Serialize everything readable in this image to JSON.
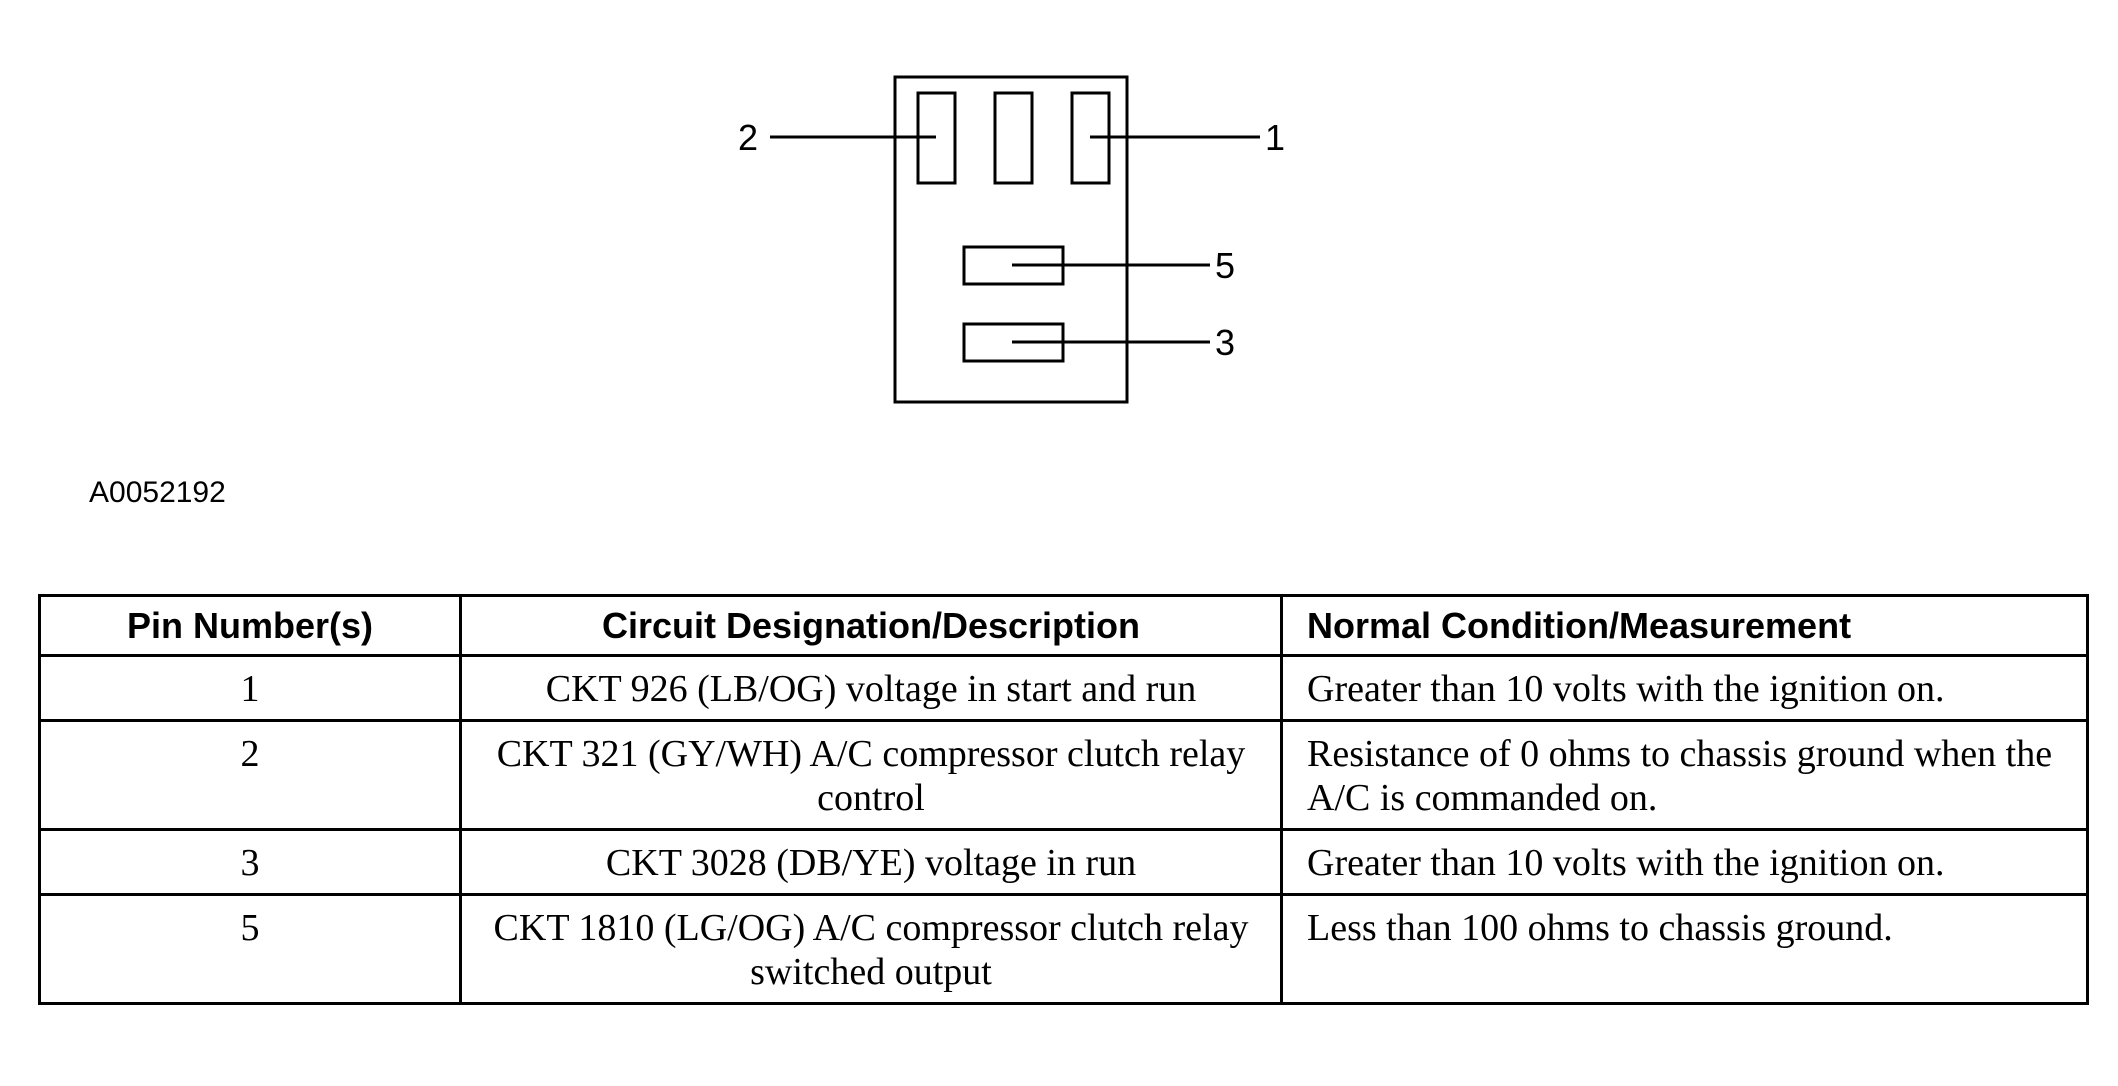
{
  "diagram": {
    "pin_labels": [
      "2",
      "1",
      "5",
      "3"
    ]
  },
  "figure_id": "A0052192",
  "table": {
    "headers": [
      "Pin Number(s)",
      "Circuit Designation/Description",
      "Normal Condition/Measurement"
    ],
    "rows": [
      {
        "pin": "1",
        "circuit": "CKT 926 (LB/OG) voltage in start and run",
        "measurement": "Greater than 10 volts with the ignition on."
      },
      {
        "pin": "2",
        "circuit": "CKT 321 (GY/WH) A/C compressor clutch relay control",
        "measurement": "Resistance of 0 ohms to chassis ground when the A/C is commanded on."
      },
      {
        "pin": "3",
        "circuit": "CKT 3028 (DB/YE) voltage in run",
        "measurement": "Greater than 10 volts with the ignition on."
      },
      {
        "pin": "5",
        "circuit": "CKT 1810 (LG/OG) A/C compressor clutch relay switched output",
        "measurement": "Less than 100 ohms to chassis ground."
      }
    ]
  }
}
